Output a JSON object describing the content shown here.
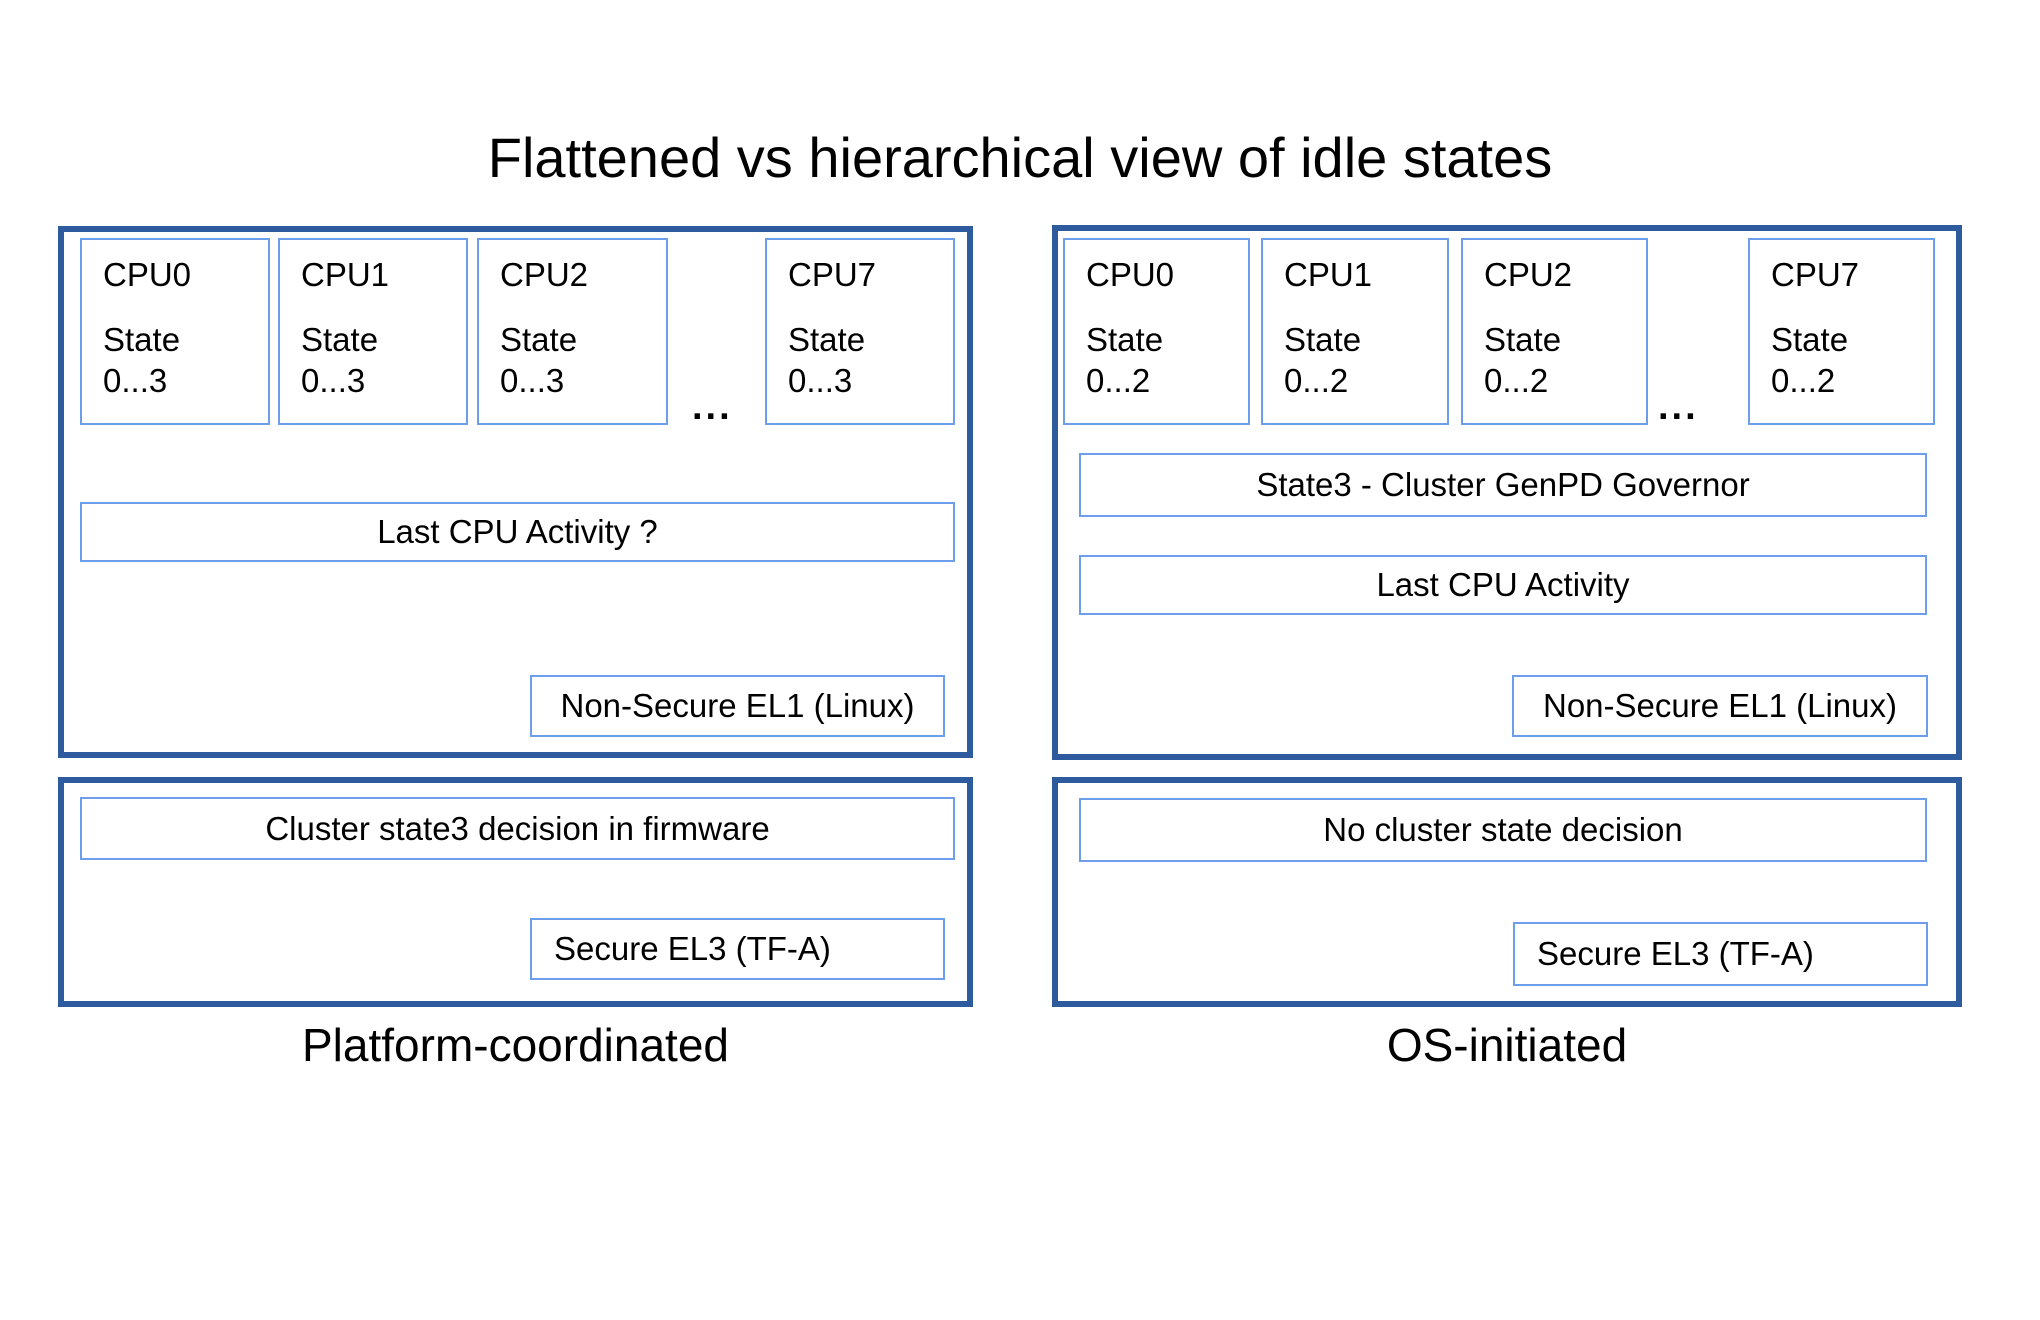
{
  "title": "Flattened vs hierarchical view of idle states",
  "colors": {
    "panel_border": "#2e5b9e",
    "box_border": "#6d9eeb",
    "text": "#000000",
    "background": "#ffffff"
  },
  "left": {
    "caption": "Platform-coordinated",
    "ellipsis": "...",
    "cpus": [
      {
        "name": "CPU0",
        "state_label": "State",
        "state_range": "0...3"
      },
      {
        "name": "CPU1",
        "state_label": "State",
        "state_range": "0...3"
      },
      {
        "name": "CPU2",
        "state_label": "State",
        "state_range": "0...3"
      },
      {
        "name": "CPU7",
        "state_label": "State",
        "state_range": "0...3"
      }
    ],
    "activity_bar": "Last CPU Activity ?",
    "el1_box": "Non-Secure EL1 (Linux)",
    "decision_bar": "Cluster state3 decision in firmware",
    "el3_box": "Secure EL3 (TF-A)"
  },
  "right": {
    "caption": "OS-initiated",
    "ellipsis": "...",
    "cpus": [
      {
        "name": "CPU0",
        "state_label": "State",
        "state_range": "0...2"
      },
      {
        "name": "CPU1",
        "state_label": "State",
        "state_range": "0...2"
      },
      {
        "name": "CPU2",
        "state_label": "State",
        "state_range": "0...2"
      },
      {
        "name": "CPU7",
        "state_label": "State",
        "state_range": "0...2"
      }
    ],
    "governor_bar": "State3 - Cluster GenPD Governor",
    "activity_bar": "Last CPU Activity",
    "el1_box": "Non-Secure EL1 (Linux)",
    "decision_bar": "No cluster state decision",
    "el3_box": "Secure EL3 (TF-A)"
  }
}
